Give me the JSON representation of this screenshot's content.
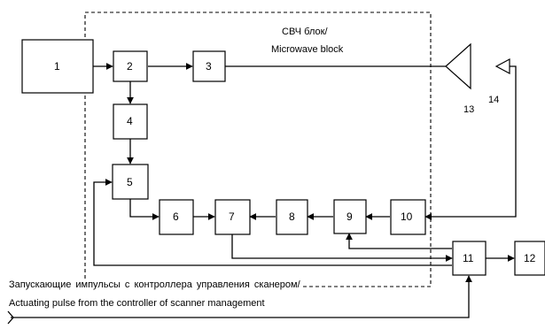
{
  "microwave_block": {
    "line1": "СВЧ блок/",
    "line2": "Microwave block"
  },
  "blocks": [
    "1",
    "2",
    "3",
    "4",
    "5",
    "6",
    "7",
    "8",
    "9",
    "10",
    "11",
    "12"
  ],
  "antenna_labels": {
    "tx": "13",
    "rx": "14"
  },
  "caption": {
    "line1": "Запускающие  импульсы  с  контроллера  управления  сканером/",
    "line2": "Actuating pulse from the controller of scanner management"
  }
}
